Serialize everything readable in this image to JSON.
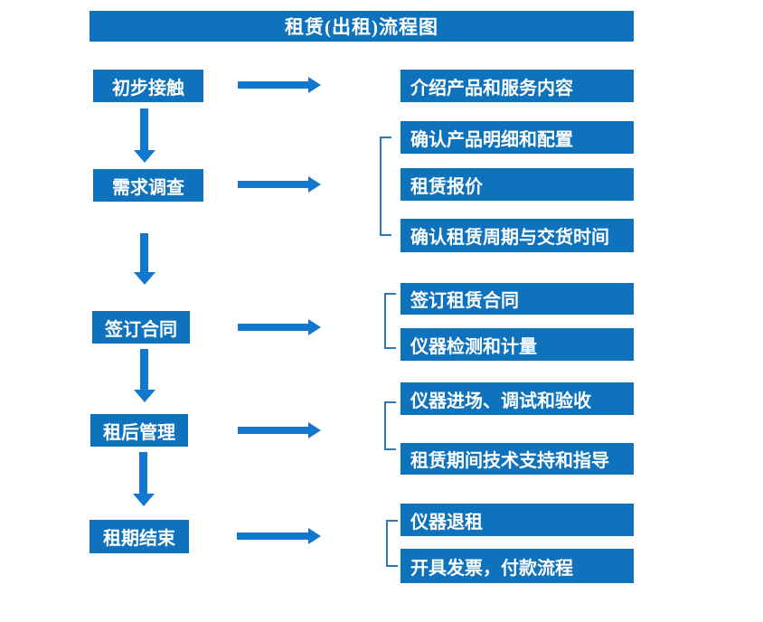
{
  "title": "租赁(出租)流程图",
  "colors": {
    "primary": "#0E72BC",
    "arrow": "#1277CE",
    "bracket": "#2E75B6",
    "text": "#FFFFFF"
  },
  "steps": [
    {
      "label": "初步接触",
      "outputs": [
        "介绍产品和服务内容"
      ]
    },
    {
      "label": "需求调查",
      "outputs": [
        "确认产品明细和配置",
        "租赁报价",
        "确认租赁周期与交货时间"
      ]
    },
    {
      "label": "签订合同",
      "outputs": [
        "签订租赁合同",
        "仪器检测和计量"
      ]
    },
    {
      "label": "租后管理",
      "outputs": [
        "仪器进场、调试和验收",
        "租赁期间技术支持和指导"
      ]
    },
    {
      "label": "租期结束",
      "outputs": [
        "仪器退租",
        "开具发票，付款流程"
      ]
    }
  ]
}
